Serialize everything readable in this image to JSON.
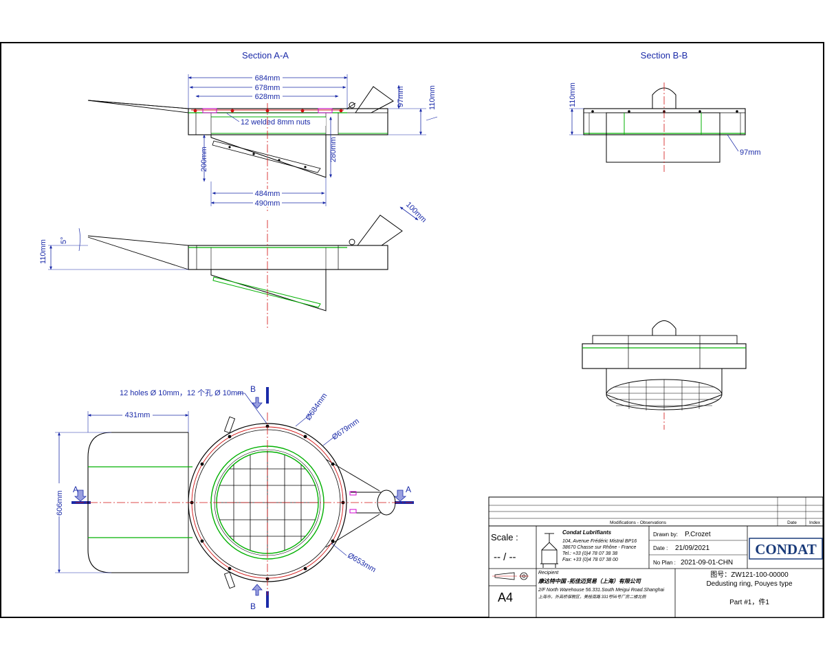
{
  "views": {
    "section_aa_title": "Section A-A",
    "section_bb_title": "Section B-B"
  },
  "dims_aa": {
    "d684": "684mm",
    "d678": "678mm",
    "d628": "628mm",
    "d97": "97mm",
    "d110": "110mm",
    "nuts": "12 welded 8mm nuts",
    "d200": "200mm",
    "d280": "280mm",
    "d484": "484mm",
    "d490": "490mm"
  },
  "dims_side": {
    "d100": "100mm",
    "d5": "5°",
    "d110": "110mm"
  },
  "dims_bb": {
    "d110": "110mm",
    "d97": "97mm"
  },
  "plan": {
    "holes": "12 holes Ø 10mm，12 个孔 Ø 10mm",
    "d431": "431mm",
    "d606": "606mm",
    "dia684": "Ø684mm",
    "dia679": "Ø679mm",
    "dia653": "Ø653mm",
    "marker_a": "A",
    "marker_b": "B"
  },
  "title_block": {
    "modifications_header": "Modifications - Observations",
    "date_header": "Date",
    "index_header": "Index",
    "scale_label": "Scale :",
    "scale_value": "-- / --",
    "format": "A4",
    "company_name": "Condat Lubrifiants",
    "company_addr1": "104, Avenue Frédéric Mistral BP16",
    "company_addr2": "38670 Chasse sur Rhône - France",
    "company_tel": "Tel.: +33 (0)4 78 07 38 38",
    "company_fax": "Fax: +33 (0)4 78 07 38 00",
    "drawn_by_label": "Drawn by:",
    "drawn_by_value": "P.Crozet",
    "date_label": "Date :",
    "date_value": "21/09/2021",
    "noplan_label": "No Plan :",
    "noplan_value": "2021-09-01-CHN",
    "logo": "CONDAT",
    "recipient_label": "Recipient",
    "recipient_name": "康达特中国 -拓佳迈贸易（上海）有限公司",
    "recipient_addr": "2/F North Warehouse 56.331.South Meigui Road.Shanghai",
    "recipient_addr_cn": "上海市，外高桥保税区，美桂南路 331号56号厂房二楼北侧",
    "drawing_no": "图号：ZW121-100-00000",
    "drawing_title": "Dedusting ring, Pouyes type",
    "part": "Part #1，件1"
  },
  "colors": {
    "dimension": "#1a2aa8",
    "outline": "#000000",
    "weld_green": "#00b000",
    "center_red": "#d21010",
    "accent_magenta": "#d000d0"
  }
}
